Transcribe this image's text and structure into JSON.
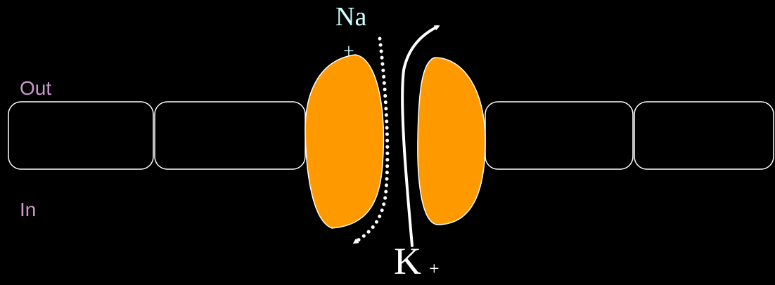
{
  "labels": {
    "outside": "Out",
    "inside": "In",
    "sodium": "Na",
    "sodium_charge": "+",
    "potassium": "K",
    "potassium_charge": "+"
  },
  "colors": {
    "background": "#000000",
    "membrane_outline": "#ffffff",
    "channel_protein": "#ff9900",
    "side_labels": "#cc99cc",
    "sodium_label": "#ccffff",
    "potassium_label": "#ffffff",
    "arrows": "#ffffff"
  }
}
